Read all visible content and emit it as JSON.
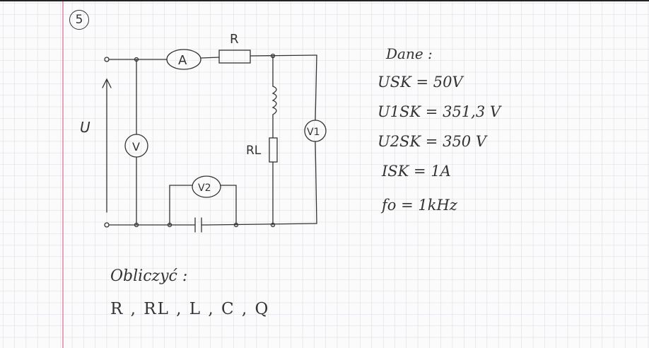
{
  "problem_number": "5",
  "circuit": {
    "resistor_label": "R",
    "ammeter_label": "A",
    "voltage_label": "U",
    "voltmeter_label": "V",
    "voltmeter1_label": "V1",
    "voltmeter2_label": "V2",
    "load_resistor_label": "RL"
  },
  "given": {
    "heading": "Dane :",
    "rows": [
      "USK = 50V",
      "U1SK = 351,3 V",
      "U2SK = 350 V",
      "ISK = 1A",
      "fo = 1kHz"
    ]
  },
  "find": {
    "heading": "Obliczyć :",
    "items": "R , RL , L , C , Q"
  },
  "colors": {
    "ink": "#333333",
    "grid": "#c9c9d6",
    "margin_line": "#e07aa0"
  }
}
